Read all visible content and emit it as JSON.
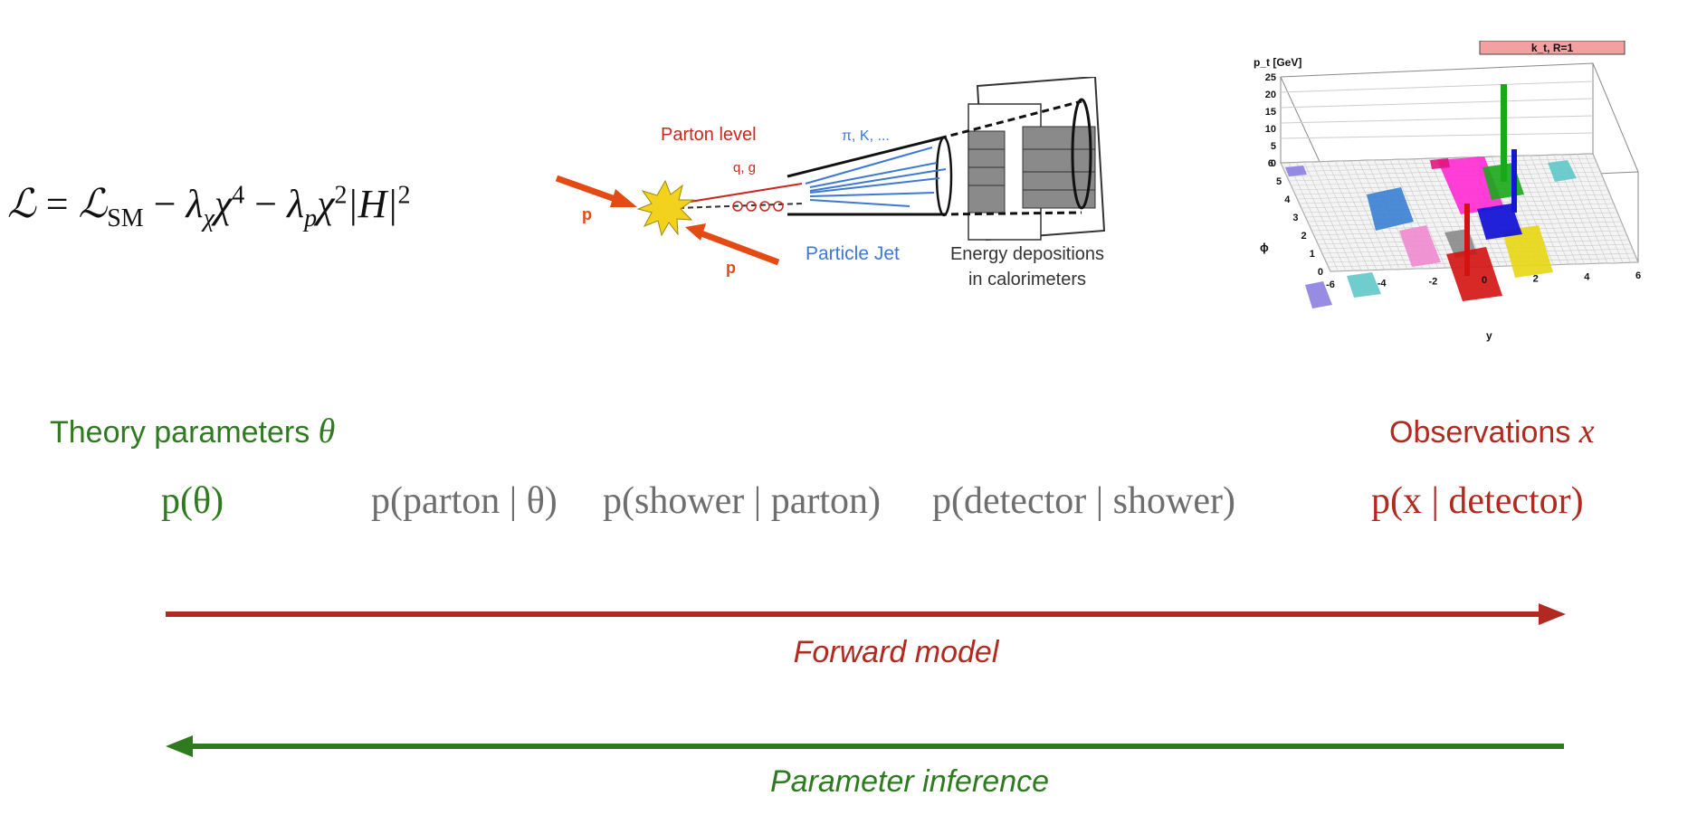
{
  "lagrangian": {
    "L": "ℒ",
    "eq": " = ",
    "L_sm": "ℒ",
    "sm_sub": "SM",
    "minus1": " − ",
    "lambda": "λ",
    "chi_sub": "χ",
    "chi": "χ",
    "chi_pow": "4",
    "minus2": " − ",
    "lambda2": "λ",
    "p_sub": "p",
    "chi2": "χ",
    "chi2_pow": "2",
    "H": "|H|",
    "H_pow": "2"
  },
  "jet_diagram": {
    "parton_level": "Parton level",
    "qg": "q, g",
    "hadrons": "π, K, ...",
    "p_left": "p",
    "p_bottom": "p",
    "particle_jet": "Particle Jet",
    "energy_line1": "Energy depositions",
    "energy_line2": "in calorimeters"
  },
  "lego_plot": {
    "title": "k_t, R=1",
    "zlabel": "p_t [GeV]",
    "z_ticks": [
      "25",
      "20",
      "15",
      "10",
      "5",
      "0"
    ],
    "phi_label": "ϕ",
    "phi_ticks": [
      "6",
      "5",
      "4",
      "3",
      "2",
      "1",
      "0"
    ],
    "y_label": "y",
    "y_ticks": [
      "-6",
      "-4",
      "-2",
      "0",
      "2",
      "4",
      "6"
    ],
    "colors": [
      "#e0177e",
      "#ff2ad4",
      "#1aa81a",
      "#1515d6",
      "#e8d613",
      "#d41212",
      "#3a7fd1",
      "#8a8a8a",
      "#5fc8c8",
      "#8b7fe0",
      "#f08ad0"
    ]
  },
  "labels": {
    "theory": "Theory parameters ",
    "theory_symbol": "θ",
    "observations": "Observations ",
    "observations_symbol": "x"
  },
  "probabilities": {
    "p_theta": "p(θ)",
    "p_parton": "p(parton | θ)",
    "p_shower": "p(shower | parton)",
    "p_detector": "p(detector | shower)",
    "p_x": "p(x | detector)"
  },
  "arrows": {
    "forward": "Forward model",
    "inference": "Parameter inference",
    "forward_color": "#b12a1f",
    "inference_color": "#2e7a1f"
  }
}
